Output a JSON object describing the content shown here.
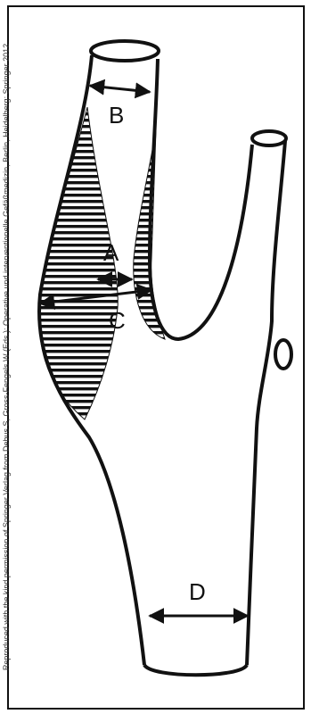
{
  "credit": "Reproduced with the kind permission of Springer Verlag from Debus S, Gross-Fengels W (Eds.): Operative und interventionelle Gefäßmedizin, Berlin, Heidelberg: Springer 2012",
  "labels": {
    "a": "A",
    "b": "B",
    "c": "C",
    "d": "D"
  },
  "colors": {
    "line": "#111111",
    "hatch": "#111111",
    "background": "#ffffff"
  }
}
